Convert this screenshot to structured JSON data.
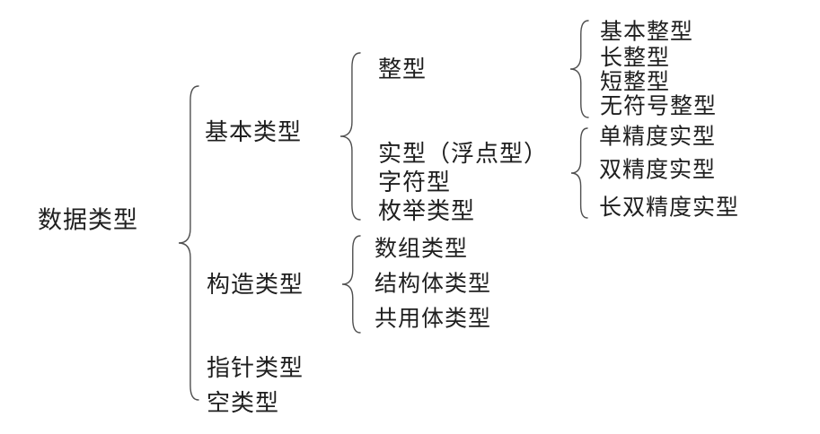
{
  "colors": {
    "background": "#ffffff",
    "text": "#1f1f1f",
    "brace": "#4f4f4f"
  },
  "tree": {
    "root": {
      "label": "数据类型"
    },
    "children": [
      {
        "label": "基本类型",
        "children": [
          {
            "label": "整型",
            "children": [
              {
                "label": "基本整型"
              },
              {
                "label": "长整型"
              },
              {
                "label": "短整型"
              },
              {
                "label": "无符号整型"
              }
            ]
          },
          {
            "label": "实型（浮点型）",
            "children": [
              {
                "label": "单精度实型"
              },
              {
                "label": "双精度实型"
              },
              {
                "label": "长双精度实型"
              }
            ]
          },
          {
            "label": "字符型"
          },
          {
            "label": "枚举类型"
          }
        ]
      },
      {
        "label": "构造类型",
        "children": [
          {
            "label": "数组类型"
          },
          {
            "label": "结构体类型"
          },
          {
            "label": "共用体类型"
          }
        ]
      },
      {
        "label": "指针类型"
      },
      {
        "label": "空类型"
      }
    ]
  }
}
